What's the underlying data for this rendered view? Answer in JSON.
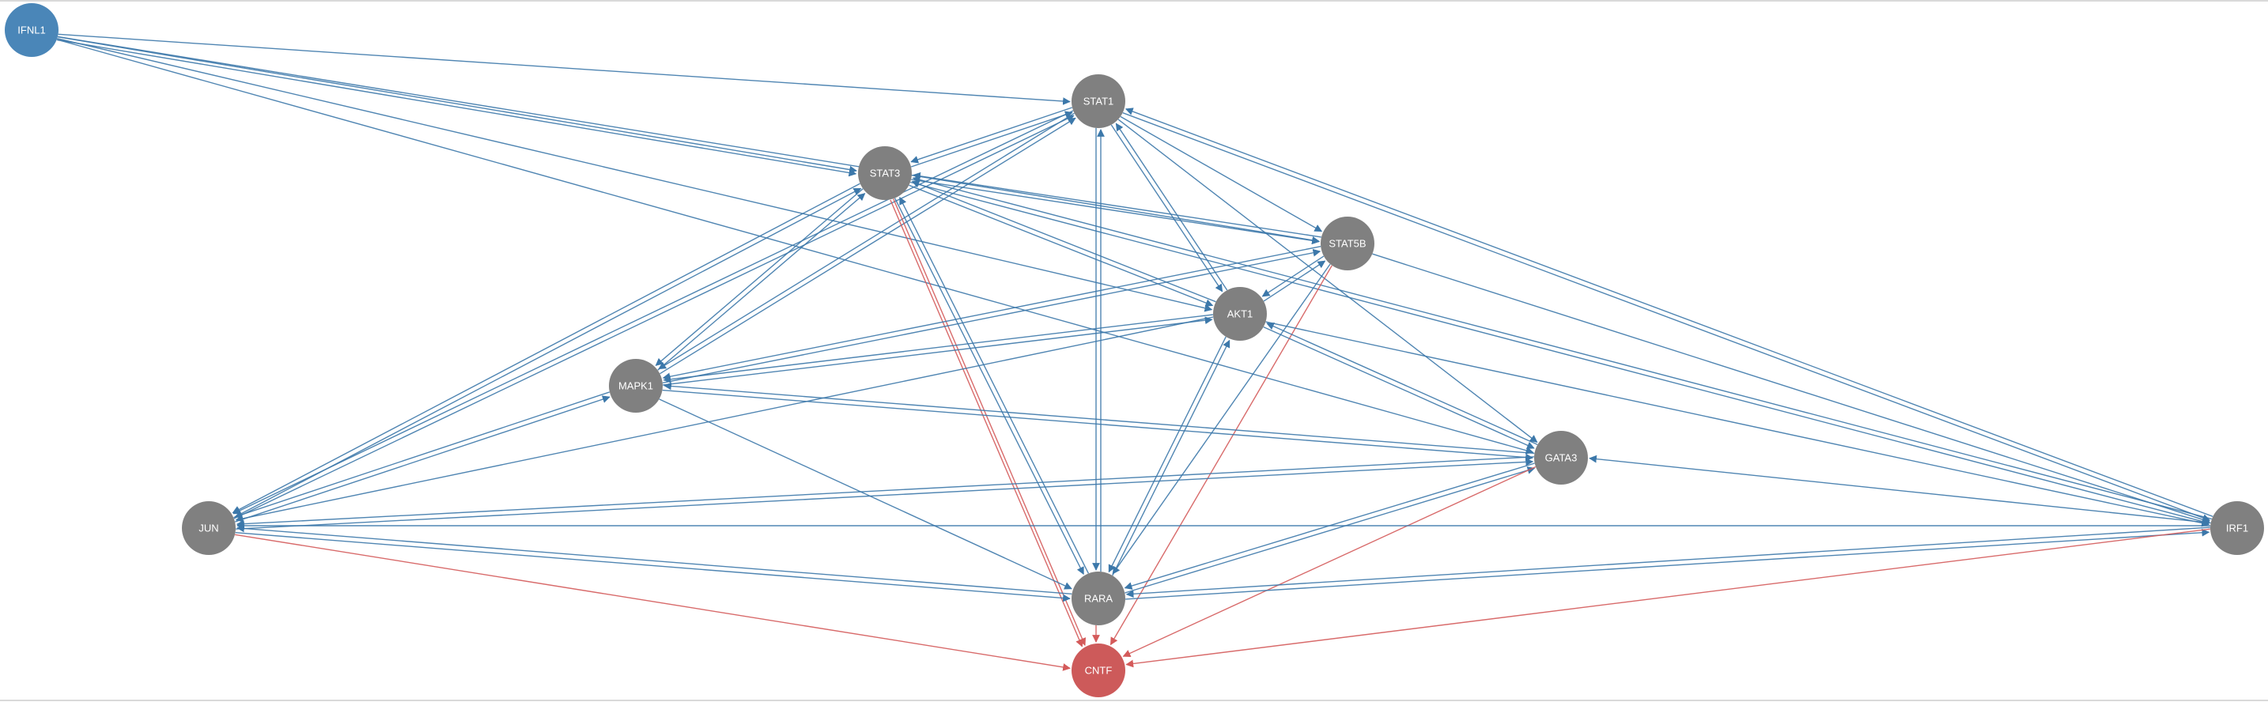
{
  "diagram": {
    "type": "network-graph",
    "colors": {
      "source_node": "#4a86b8",
      "target_node": "#cd5a5a",
      "intermediate_node": "#808080",
      "activation_edge": "#3c78aa",
      "target_edge": "#d45a5a",
      "label": "#ffffff"
    },
    "nodes": [
      {
        "id": "IFNL1",
        "label": "IFNL1",
        "role": "source"
      },
      {
        "id": "STAT1",
        "label": "STAT1",
        "role": "intermediate"
      },
      {
        "id": "STAT3",
        "label": "STAT3",
        "role": "intermediate"
      },
      {
        "id": "STAT5B",
        "label": "STAT5B",
        "role": "intermediate"
      },
      {
        "id": "AKT1",
        "label": "AKT1",
        "role": "intermediate"
      },
      {
        "id": "MAPK1",
        "label": "MAPK1",
        "role": "intermediate"
      },
      {
        "id": "GATA3",
        "label": "GATA3",
        "role": "intermediate"
      },
      {
        "id": "JUN",
        "label": "JUN",
        "role": "intermediate"
      },
      {
        "id": "IRF1",
        "label": "IRF1",
        "role": "intermediate"
      },
      {
        "id": "RARA",
        "label": "RARA",
        "role": "intermediate"
      },
      {
        "id": "CNTF",
        "label": "CNTF",
        "role": "target"
      }
    ],
    "edges": [
      {
        "source": "IFNL1",
        "target": "STAT1"
      },
      {
        "source": "IFNL1",
        "target": "STAT3"
      },
      {
        "source": "IFNL1",
        "target": "STAT3"
      },
      {
        "source": "IFNL1",
        "target": "STAT5B"
      },
      {
        "source": "IFNL1",
        "target": "AKT1"
      },
      {
        "source": "IFNL1",
        "target": "GATA3"
      },
      {
        "source": "STAT1",
        "target": "STAT3"
      },
      {
        "source": "STAT3",
        "target": "STAT1"
      },
      {
        "source": "STAT1",
        "target": "STAT5B"
      },
      {
        "source": "STAT1",
        "target": "AKT1"
      },
      {
        "source": "AKT1",
        "target": "STAT1"
      },
      {
        "source": "STAT1",
        "target": "GATA3"
      },
      {
        "source": "STAT1",
        "target": "IRF1"
      },
      {
        "source": "IRF1",
        "target": "STAT1"
      },
      {
        "source": "STAT1",
        "target": "MAPK1"
      },
      {
        "source": "MAPK1",
        "target": "STAT1"
      },
      {
        "source": "STAT1",
        "target": "JUN"
      },
      {
        "source": "JUN",
        "target": "STAT1"
      },
      {
        "source": "STAT1",
        "target": "RARA"
      },
      {
        "source": "RARA",
        "target": "STAT1"
      },
      {
        "source": "STAT3",
        "target": "STAT5B"
      },
      {
        "source": "STAT5B",
        "target": "STAT3"
      },
      {
        "source": "STAT3",
        "target": "AKT1"
      },
      {
        "source": "AKT1",
        "target": "STAT3"
      },
      {
        "source": "STAT3",
        "target": "MAPK1"
      },
      {
        "source": "MAPK1",
        "target": "STAT3"
      },
      {
        "source": "STAT3",
        "target": "JUN"
      },
      {
        "source": "JUN",
        "target": "STAT3"
      },
      {
        "source": "STAT3",
        "target": "IRF1"
      },
      {
        "source": "IRF1",
        "target": "STAT3"
      },
      {
        "source": "STAT3",
        "target": "RARA"
      },
      {
        "source": "RARA",
        "target": "STAT3"
      },
      {
        "source": "STAT3",
        "target": "CNTF",
        "kind": "target"
      },
      {
        "source": "STAT3",
        "target": "CNTF",
        "kind": "target"
      },
      {
        "source": "STAT5B",
        "target": "AKT1"
      },
      {
        "source": "AKT1",
        "target": "STAT5B"
      },
      {
        "source": "STAT5B",
        "target": "MAPK1"
      },
      {
        "source": "MAPK1",
        "target": "STAT5B"
      },
      {
        "source": "STAT5B",
        "target": "IRF1"
      },
      {
        "source": "STAT5B",
        "target": "RARA"
      },
      {
        "source": "STAT5B",
        "target": "CNTF",
        "kind": "target"
      },
      {
        "source": "AKT1",
        "target": "MAPK1"
      },
      {
        "source": "MAPK1",
        "target": "AKT1"
      },
      {
        "source": "AKT1",
        "target": "JUN"
      },
      {
        "source": "AKT1",
        "target": "GATA3"
      },
      {
        "source": "GATA3",
        "target": "AKT1"
      },
      {
        "source": "AKT1",
        "target": "IRF1"
      },
      {
        "source": "AKT1",
        "target": "RARA"
      },
      {
        "source": "RARA",
        "target": "AKT1"
      },
      {
        "source": "MAPK1",
        "target": "JUN"
      },
      {
        "source": "JUN",
        "target": "MAPK1"
      },
      {
        "source": "MAPK1",
        "target": "GATA3"
      },
      {
        "source": "GATA3",
        "target": "MAPK1"
      },
      {
        "source": "MAPK1",
        "target": "RARA"
      },
      {
        "source": "GATA3",
        "target": "JUN"
      },
      {
        "source": "JUN",
        "target": "GATA3"
      },
      {
        "source": "IRF1",
        "target": "GATA3"
      },
      {
        "source": "GATA3",
        "target": "RARA"
      },
      {
        "source": "RARA",
        "target": "GATA3"
      },
      {
        "source": "GATA3",
        "target": "CNTF",
        "kind": "target"
      },
      {
        "source": "RARA",
        "target": "JUN"
      },
      {
        "source": "JUN",
        "target": "RARA"
      },
      {
        "source": "IRF1",
        "target": "JUN"
      },
      {
        "source": "IRF1",
        "target": "RARA"
      },
      {
        "source": "RARA",
        "target": "IRF1"
      },
      {
        "source": "RARA",
        "target": "CNTF",
        "kind": "target"
      },
      {
        "source": "JUN",
        "target": "CNTF",
        "kind": "target"
      },
      {
        "source": "IRF1",
        "target": "CNTF",
        "kind": "target"
      }
    ]
  }
}
